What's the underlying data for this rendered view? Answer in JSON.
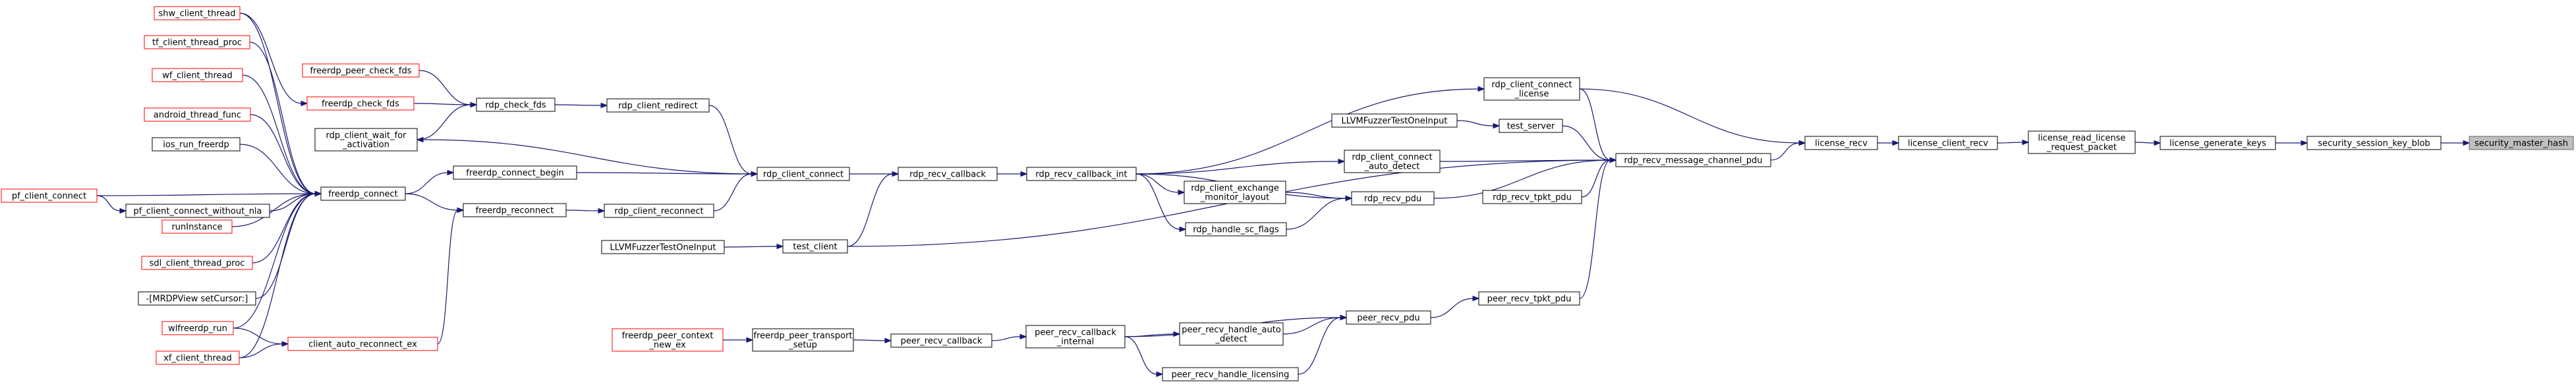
{
  "diagram": {
    "nodes": [
      {
        "id": "n1",
        "lines": [
          "shw_client_thread"
        ],
        "style": "trunc"
      },
      {
        "id": "n2",
        "lines": [
          "tf_client_thread_proc"
        ],
        "style": "trunc"
      },
      {
        "id": "n3",
        "lines": [
          "wf_client_thread"
        ],
        "style": "trunc"
      },
      {
        "id": "n4",
        "lines": [
          "android_thread_func"
        ],
        "style": "trunc"
      },
      {
        "id": "n5",
        "lines": [
          "ios_run_freerdp"
        ],
        "style": "normal"
      },
      {
        "id": "n6",
        "lines": [
          "pf_client_connect"
        ],
        "style": "trunc"
      },
      {
        "id": "n7",
        "lines": [
          "pf_client_connect_without_nla"
        ],
        "style": "normal"
      },
      {
        "id": "n8",
        "lines": [
          "runInstance"
        ],
        "style": "trunc"
      },
      {
        "id": "n9",
        "lines": [
          "sdl_client_thread_proc"
        ],
        "style": "trunc"
      },
      {
        "id": "n10",
        "lines": [
          "-[MRDPView setCursor:]"
        ],
        "style": "normal"
      },
      {
        "id": "n11",
        "lines": [
          "wlfreerdp_run"
        ],
        "style": "trunc"
      },
      {
        "id": "n12",
        "lines": [
          "xf_client_thread"
        ],
        "style": "trunc"
      },
      {
        "id": "n13",
        "lines": [
          "freerdp_peer_check_fds"
        ],
        "style": "trunc"
      },
      {
        "id": "n14",
        "lines": [
          "freerdp_check_fds"
        ],
        "style": "trunc"
      },
      {
        "id": "n15",
        "lines": [
          "rdp_client_wait_for",
          "_activation"
        ],
        "style": "normal"
      },
      {
        "id": "n16",
        "lines": [
          "freerdp_connect"
        ],
        "style": "normal"
      },
      {
        "id": "n17",
        "lines": [
          "client_auto_reconnect_ex"
        ],
        "style": "trunc"
      },
      {
        "id": "n18",
        "lines": [
          "rdp_check_fds"
        ],
        "style": "normal"
      },
      {
        "id": "n19",
        "lines": [
          "freerdp_connect_begin"
        ],
        "style": "normal"
      },
      {
        "id": "n20",
        "lines": [
          "freerdp_reconnect"
        ],
        "style": "normal"
      },
      {
        "id": "n21",
        "lines": [
          "rdp_client_redirect"
        ],
        "style": "normal"
      },
      {
        "id": "n22",
        "lines": [
          "rdp_client_reconnect"
        ],
        "style": "normal"
      },
      {
        "id": "n23",
        "lines": [
          "rdp_client_connect"
        ],
        "style": "normal"
      },
      {
        "id": "n24",
        "lines": [
          "LLVMFuzzerTestOneInput"
        ],
        "style": "normal"
      },
      {
        "id": "n25",
        "lines": [
          "test_client"
        ],
        "style": "normal"
      },
      {
        "id": "n26",
        "lines": [
          "rdp_recv_callback"
        ],
        "style": "normal"
      },
      {
        "id": "n27",
        "lines": [
          "rdp_recv_callback_int"
        ],
        "style": "normal"
      },
      {
        "id": "n28",
        "lines": [
          "rdp_client_exchange",
          "_monitor_layout"
        ],
        "style": "normal"
      },
      {
        "id": "n29",
        "lines": [
          "rdp_handle_sc_flags"
        ],
        "style": "normal"
      },
      {
        "id": "n30",
        "lines": [
          "LLVMFuzzerTestOneInput"
        ],
        "style": "normal"
      },
      {
        "id": "n31",
        "lines": [
          "test_server"
        ],
        "style": "normal"
      },
      {
        "id": "n32",
        "lines": [
          "rdp_client_connect",
          "_license"
        ],
        "style": "normal"
      },
      {
        "id": "n33",
        "lines": [
          "rdp_client_connect",
          "_auto_detect"
        ],
        "style": "normal"
      },
      {
        "id": "n34",
        "lines": [
          "rdp_recv_pdu"
        ],
        "style": "normal"
      },
      {
        "id": "n35",
        "lines": [
          "rdp_recv_tpkt_pdu"
        ],
        "style": "normal"
      },
      {
        "id": "n36",
        "lines": [
          "rdp_recv_message_channel_pdu"
        ],
        "style": "normal"
      },
      {
        "id": "n37",
        "lines": [
          "license_recv"
        ],
        "style": "normal"
      },
      {
        "id": "n38",
        "lines": [
          "license_client_recv"
        ],
        "style": "normal"
      },
      {
        "id": "n39",
        "lines": [
          "license_read_license",
          "_request_packet"
        ],
        "style": "normal"
      },
      {
        "id": "n40",
        "lines": [
          "license_generate_keys"
        ],
        "style": "normal"
      },
      {
        "id": "n41",
        "lines": [
          "security_session_key_blob"
        ],
        "style": "normal"
      },
      {
        "id": "n42",
        "lines": [
          "security_master_hash"
        ],
        "style": "focus"
      },
      {
        "id": "n43",
        "lines": [
          "freerdp_peer_context",
          "_new_ex"
        ],
        "style": "trunc"
      },
      {
        "id": "n44",
        "lines": [
          "freerdp_peer_transport",
          "_setup"
        ],
        "style": "normal"
      },
      {
        "id": "n45",
        "lines": [
          "peer_recv_callback"
        ],
        "style": "normal"
      },
      {
        "id": "n46",
        "lines": [
          "peer_recv_callback",
          "_internal"
        ],
        "style": "normal"
      },
      {
        "id": "n47",
        "lines": [
          "peer_recv_handle_auto",
          "_detect"
        ],
        "style": "normal"
      },
      {
        "id": "n48",
        "lines": [
          "peer_recv_handle_licensing"
        ],
        "style": "normal"
      },
      {
        "id": "n49",
        "lines": [
          "peer_recv_pdu"
        ],
        "style": "normal"
      },
      {
        "id": "n50",
        "lines": [
          "peer_recv_tpkt_pdu"
        ],
        "style": "normal"
      }
    ],
    "edges": [
      [
        "n41",
        "n42"
      ],
      [
        "n40",
        "n41"
      ],
      [
        "n39",
        "n40"
      ],
      [
        "n38",
        "n39"
      ],
      [
        "n37",
        "n38"
      ],
      [
        "n36",
        "n37"
      ],
      [
        "n32",
        "n37"
      ],
      [
        "n34",
        "n36"
      ],
      [
        "n35",
        "n36"
      ],
      [
        "n33",
        "n36"
      ],
      [
        "n31",
        "n36"
      ],
      [
        "n32",
        "n36"
      ],
      [
        "n25",
        "n36"
      ],
      [
        "n50",
        "n36"
      ],
      [
        "n30",
        "n31"
      ],
      [
        "n27",
        "n32"
      ],
      [
        "n27",
        "n33"
      ],
      [
        "n27",
        "n34"
      ],
      [
        "n28",
        "n34"
      ],
      [
        "n29",
        "n34"
      ],
      [
        "n27",
        "n28"
      ],
      [
        "n27",
        "n29"
      ],
      [
        "n26",
        "n27"
      ],
      [
        "n23",
        "n26"
      ],
      [
        "n25",
        "n26"
      ],
      [
        "n24",
        "n25"
      ],
      [
        "n21",
        "n23"
      ],
      [
        "n22",
        "n23"
      ],
      [
        "n19",
        "n23"
      ],
      [
        "n23",
        "n15"
      ],
      [
        "n18",
        "n21"
      ],
      [
        "n20",
        "n22"
      ],
      [
        "n13",
        "n18"
      ],
      [
        "n14",
        "n18"
      ],
      [
        "n15",
        "n18"
      ],
      [
        "n16",
        "n19"
      ],
      [
        "n16",
        "n20"
      ],
      [
        "n17",
        "n20"
      ],
      [
        "n1",
        "n14"
      ],
      [
        "n1",
        "n16"
      ],
      [
        "n2",
        "n16"
      ],
      [
        "n3",
        "n16"
      ],
      [
        "n4",
        "n16"
      ],
      [
        "n5",
        "n16"
      ],
      [
        "n7",
        "n16"
      ],
      [
        "n8",
        "n16"
      ],
      [
        "n9",
        "n16"
      ],
      [
        "n10",
        "n16"
      ],
      [
        "n11",
        "n16"
      ],
      [
        "n12",
        "n16"
      ],
      [
        "n6",
        "n7"
      ],
      [
        "n6",
        "n16"
      ],
      [
        "n11",
        "n17"
      ],
      [
        "n12",
        "n17"
      ],
      [
        "n43",
        "n44"
      ],
      [
        "n44",
        "n45"
      ],
      [
        "n45",
        "n46"
      ],
      [
        "n46",
        "n47"
      ],
      [
        "n46",
        "n48"
      ],
      [
        "n46",
        "n49"
      ],
      [
        "n47",
        "n49"
      ],
      [
        "n48",
        "n49"
      ],
      [
        "n49",
        "n50"
      ]
    ]
  }
}
